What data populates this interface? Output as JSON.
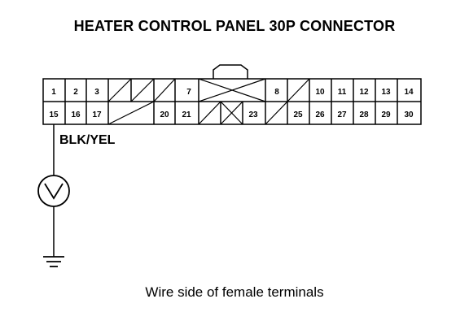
{
  "title": "HEATER CONTROL PANEL 30P CONNECTOR",
  "caption": "Wire side of female terminals",
  "wire_label": "BLK/YEL",
  "connector": {
    "top_row": [
      "1",
      "2",
      "3",
      "",
      "",
      "",
      "7",
      "",
      "8",
      "",
      "10",
      "11",
      "12",
      "13",
      "14"
    ],
    "bottom_row": [
      "15",
      "16",
      "17",
      "",
      "",
      "20",
      "21",
      "",
      "23",
      "",
      "25",
      "26",
      "27",
      "28",
      "29",
      "30"
    ]
  },
  "probe_pin": "15"
}
